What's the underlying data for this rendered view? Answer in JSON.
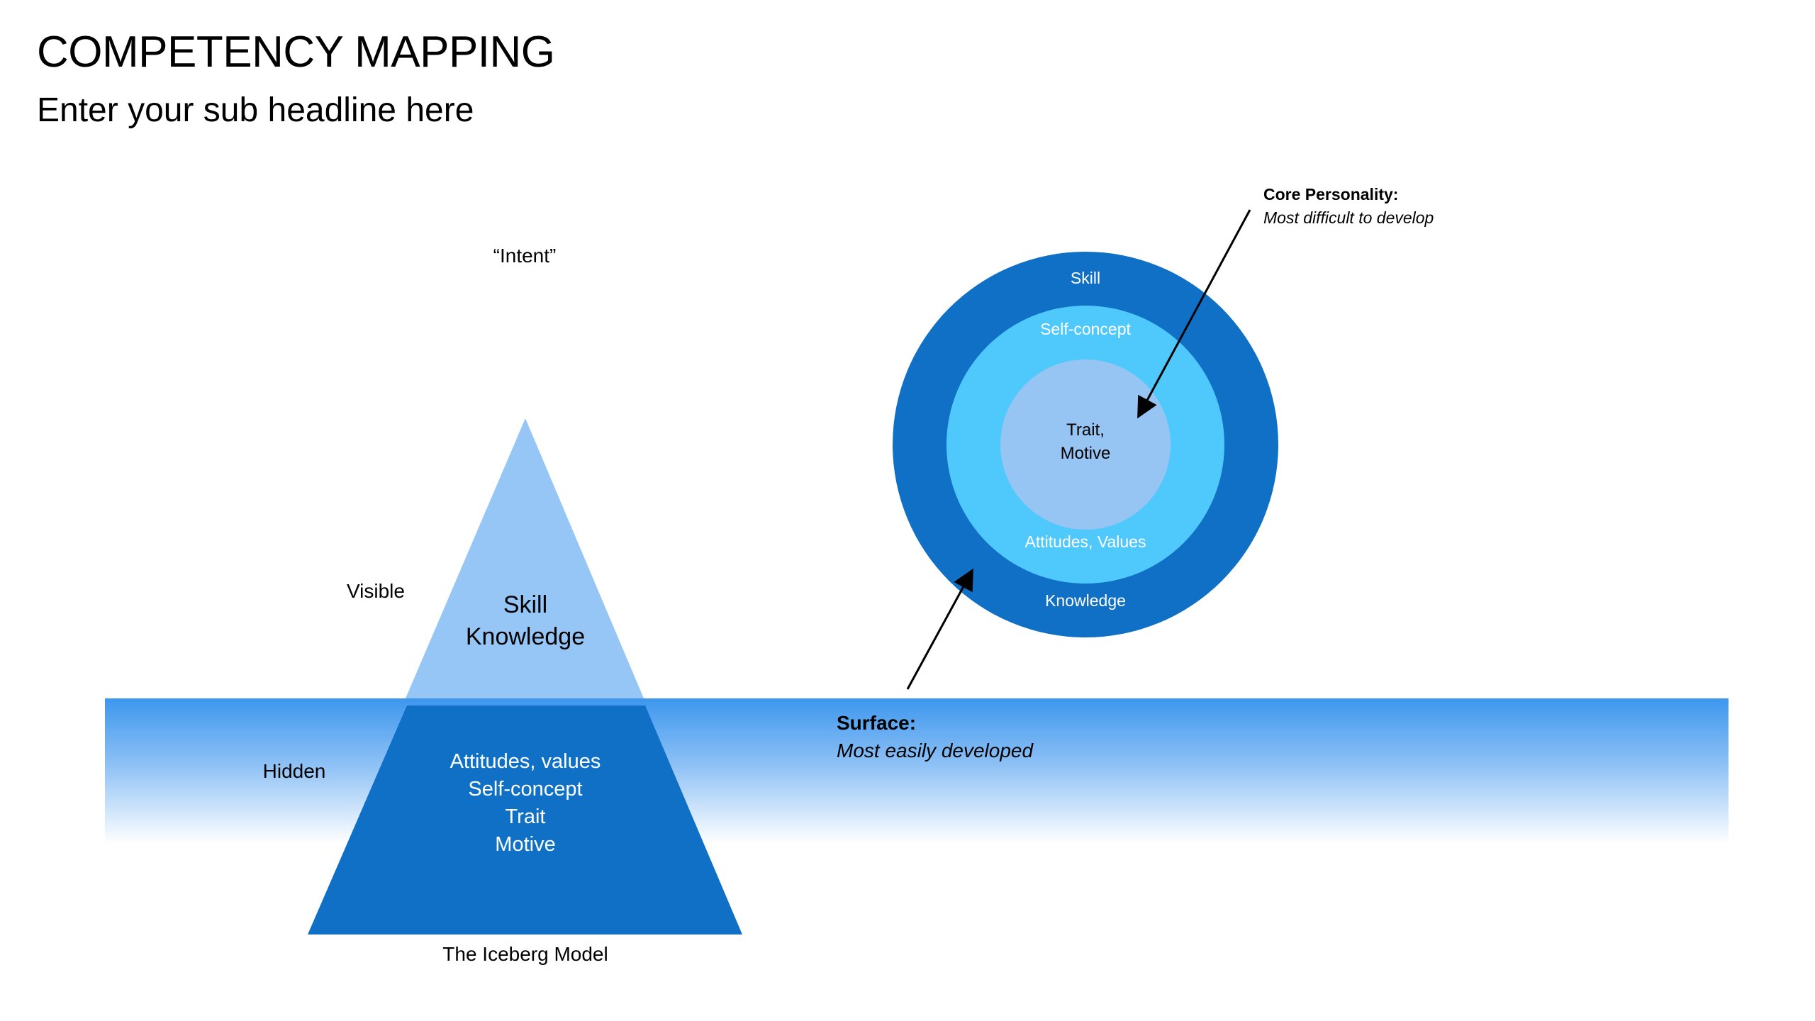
{
  "header": {
    "title": "COMPETENCY MAPPING",
    "subtitle": "Enter your sub headline here"
  },
  "iceberg": {
    "intent_label": "“Intent”",
    "visible_label": "Visible",
    "hidden_label": "Hidden",
    "tip_lines": [
      "Skill",
      "Knowledge"
    ],
    "base_lines": [
      "Attitudes, values",
      "Self-concept",
      "Trait",
      "Motive"
    ],
    "caption": "The Iceberg Model"
  },
  "circle_model": {
    "outer_top_label": "Skill",
    "outer_bottom_label": "Knowledge",
    "middle_top_label": "Self-concept",
    "middle_bottom_label": "Attitudes, Values",
    "core_lines": [
      "Trait,",
      "Motive"
    ]
  },
  "annotations": {
    "core": {
      "heading": "Core Personality:",
      "text": "Most difficult to develop"
    },
    "surface": {
      "heading": "Surface:",
      "text": "Most easily developed"
    }
  },
  "colors": {
    "dark_blue": "#1070c6",
    "light_blue": "#95c6f5",
    "cyan": "#4fc9fb",
    "core_blue": "#96c4f3",
    "water_top": "#3d97ee",
    "text_dark": "#000000",
    "text_light": "#ffffff"
  }
}
